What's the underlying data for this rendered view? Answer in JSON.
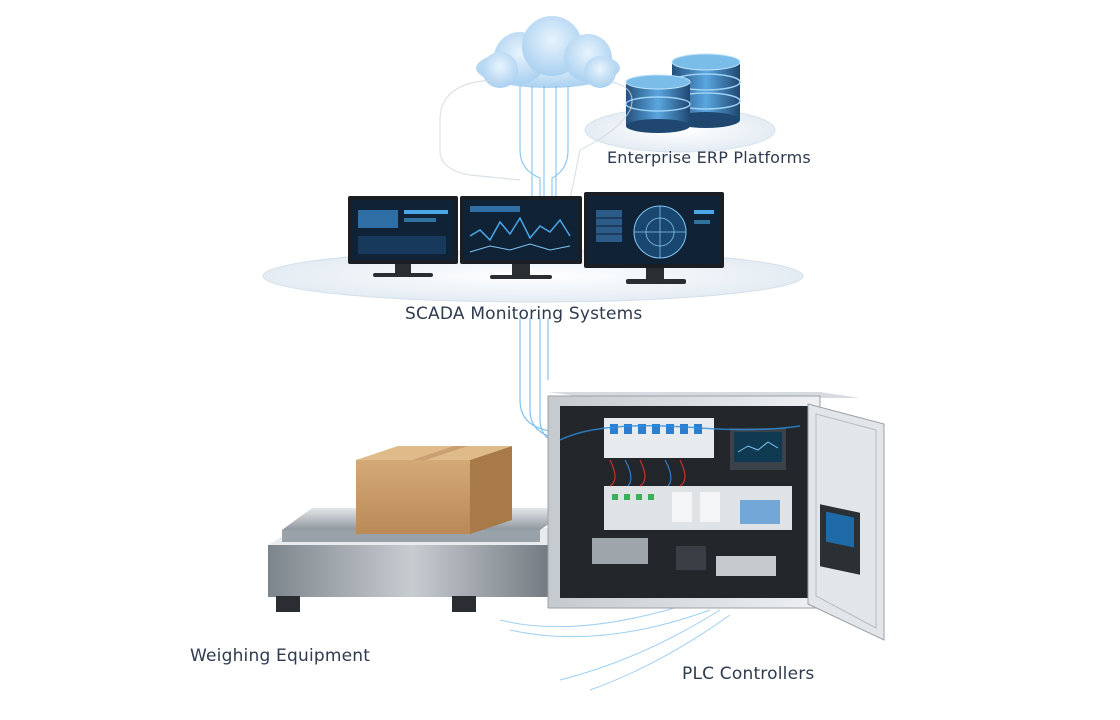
{
  "labels": {
    "erp": "Enterprise ERP Platforms",
    "scada": "SCADA Monitoring Systems",
    "weighing": "Weighing Equipment",
    "plc": "PLC Controllers"
  },
  "icons": {
    "cloud": "cloud-icon",
    "database": "database-icon",
    "monitors": "monitor-icon",
    "scale": "scale-icon",
    "box": "box-icon",
    "cabinet": "plc-cabinet-icon"
  },
  "colors": {
    "background": "#ffffff",
    "label_text": "#2d3a4f",
    "data_flow": "#4aa8e8",
    "cloud": "#b9d9f3",
    "database": "#3f86c4",
    "screen": "#0f2236",
    "steel": "#b8bfc6",
    "cardboard": "#c9a06a"
  }
}
